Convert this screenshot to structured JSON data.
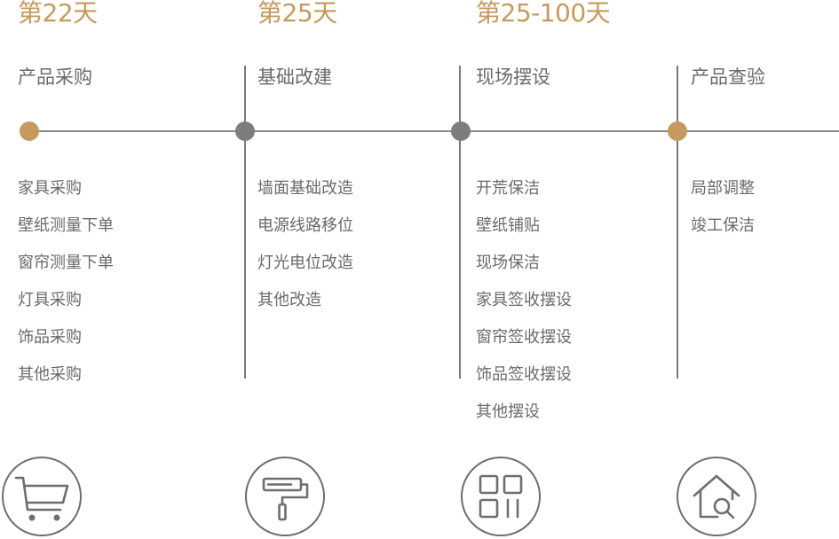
{
  "stages": [
    {
      "day": "第22天",
      "phase": "产品采购",
      "tasks": [
        "家具采购",
        "壁纸测量下单",
        "窗帘测量下单",
        "灯具采购",
        "饰品采购",
        "其他采购"
      ],
      "icon": "shopping-cart-icon",
      "dot_color": "#c59a5c"
    },
    {
      "day": "第25天",
      "phase": "基础改建",
      "tasks": [
        "墙面基础改造",
        "电源线路移位",
        "灯光电位改造",
        "其他改造"
      ],
      "icon": "paint-roller-icon",
      "dot_color": "#7d7d7d"
    },
    {
      "day": "第25-100天",
      "phase": "现场摆设",
      "tasks": [
        "开荒保洁",
        "壁纸铺贴",
        "现场保洁",
        "家具签收摆设",
        "窗帘签收摆设",
        "饰品签收摆设",
        "其他摆设"
      ],
      "icon": "layout-grid-icon",
      "dot_color": "#7d7d7d"
    },
    {
      "day": "",
      "phase": "产品查验",
      "tasks": [
        "局部调整",
        "竣工保洁"
      ],
      "icon": "home-search-icon",
      "dot_color": "#c59a5c"
    }
  ],
  "colors": {
    "accent_gold": "#c59a5c",
    "text_grey": "#6a6a6a",
    "line_grey": "#8a8a8a"
  }
}
